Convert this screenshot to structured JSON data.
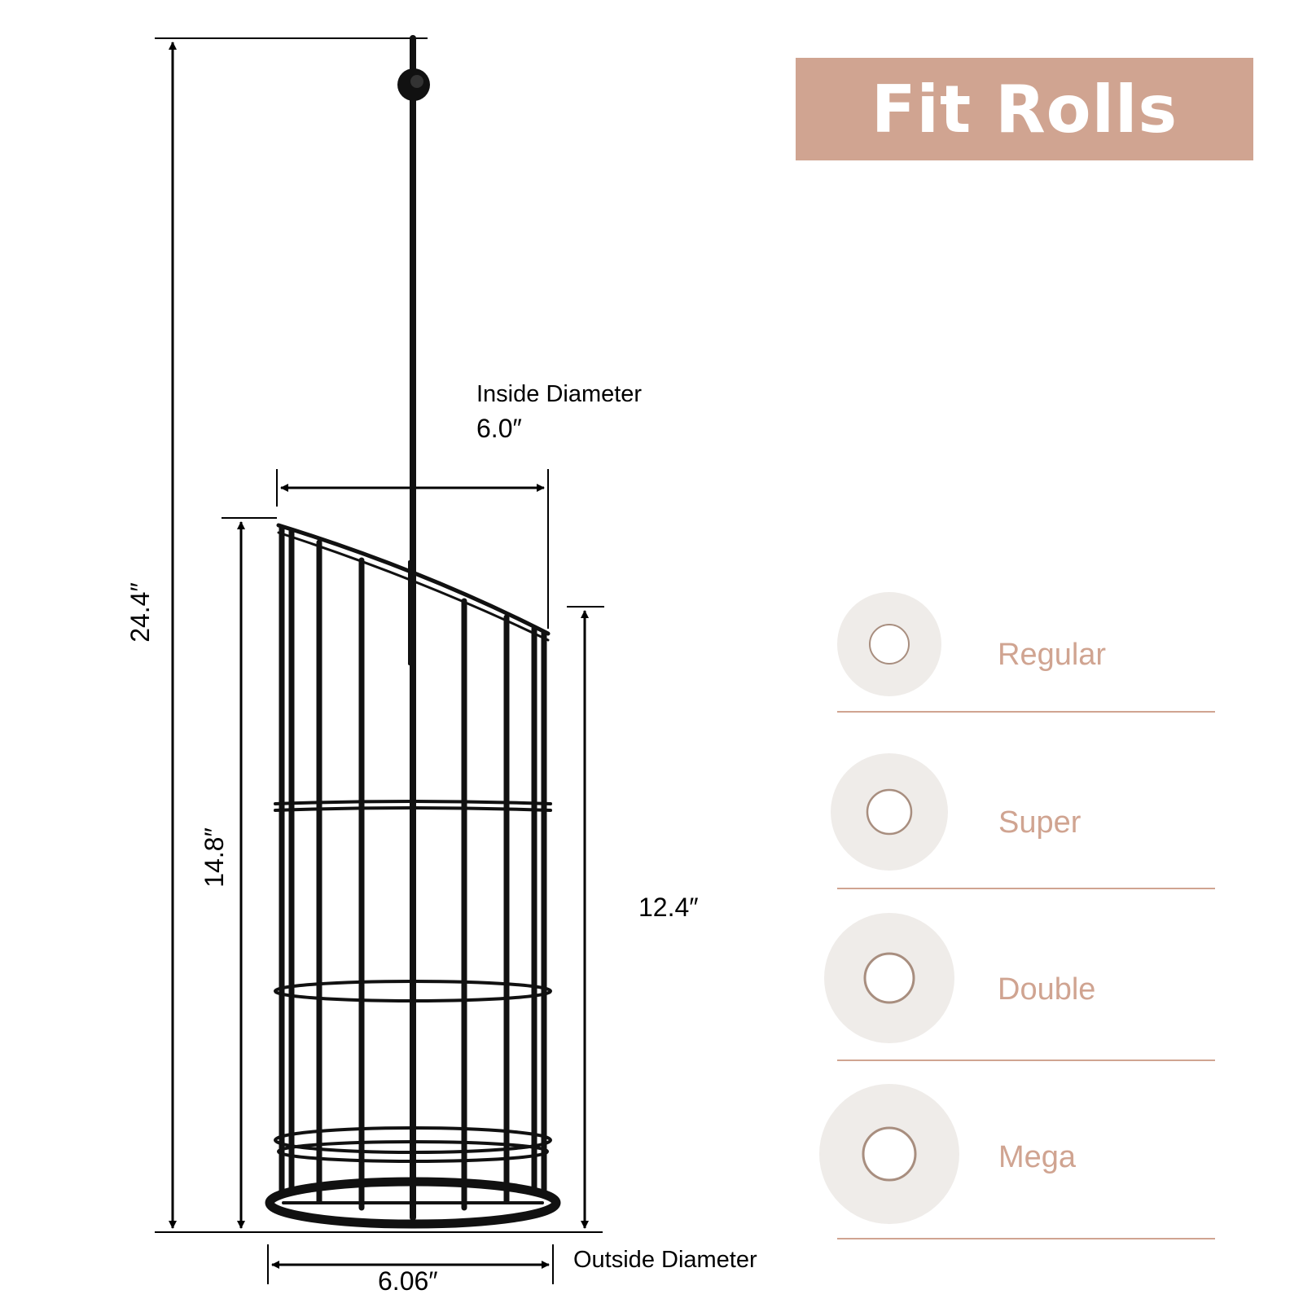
{
  "banner": {
    "title": "Fit Rolls"
  },
  "dimensions": {
    "total_height": "24.4″",
    "basket_height": "14.8″",
    "inner_height": "12.4″",
    "inside_diameter_label": "Inside Diameter",
    "inside_diameter_value": "6.0″",
    "outside_diameter_label": "Outside Diameter",
    "outside_diameter_value": "6.06″"
  },
  "rolls": [
    {
      "label": "Regular"
    },
    {
      "label": "Super"
    },
    {
      "label": "Double"
    },
    {
      "label": "Mega"
    }
  ],
  "colors": {
    "accent": "#d0a491",
    "roll_fill": "#efece9",
    "metal": "#111111"
  }
}
